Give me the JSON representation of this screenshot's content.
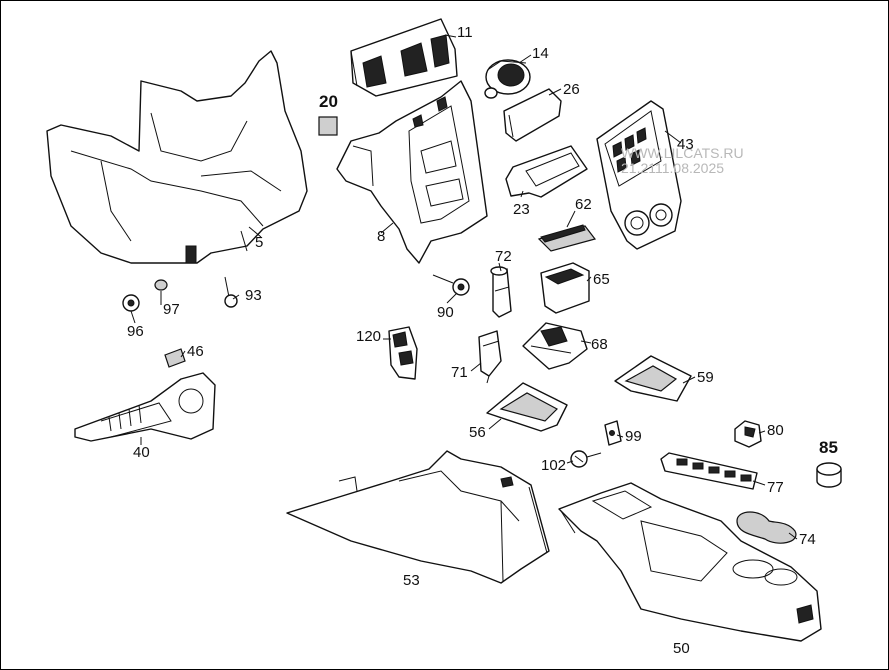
{
  "watermark": {
    "line1": "WWW.LILCATS.RU",
    "line2": "21.2111.08.2025"
  },
  "parts": [
    {
      "id": "p5",
      "label": "5"
    },
    {
      "id": "p8",
      "label": "8"
    },
    {
      "id": "p11",
      "label": "11"
    },
    {
      "id": "p14",
      "label": "14"
    },
    {
      "id": "p20",
      "label": "20"
    },
    {
      "id": "p23",
      "label": "23"
    },
    {
      "id": "p26",
      "label": "26"
    },
    {
      "id": "p40",
      "label": "40"
    },
    {
      "id": "p43",
      "label": "43"
    },
    {
      "id": "p46",
      "label": "46"
    },
    {
      "id": "p50",
      "label": "50"
    },
    {
      "id": "p53",
      "label": "53"
    },
    {
      "id": "p56",
      "label": "56"
    },
    {
      "id": "p59",
      "label": "59"
    },
    {
      "id": "p62",
      "label": "62"
    },
    {
      "id": "p65",
      "label": "65"
    },
    {
      "id": "p68",
      "label": "68"
    },
    {
      "id": "p71",
      "label": "71"
    },
    {
      "id": "p72",
      "label": "72"
    },
    {
      "id": "p74",
      "label": "74"
    },
    {
      "id": "p77",
      "label": "77"
    },
    {
      "id": "p80",
      "label": "80"
    },
    {
      "id": "p85",
      "label": "85"
    },
    {
      "id": "p90",
      "label": "90"
    },
    {
      "id": "p93",
      "label": "93"
    },
    {
      "id": "p96",
      "label": "96"
    },
    {
      "id": "p97",
      "label": "97"
    },
    {
      "id": "p99",
      "label": "99"
    },
    {
      "id": "p102",
      "label": "102"
    },
    {
      "id": "p120",
      "label": "120"
    }
  ]
}
